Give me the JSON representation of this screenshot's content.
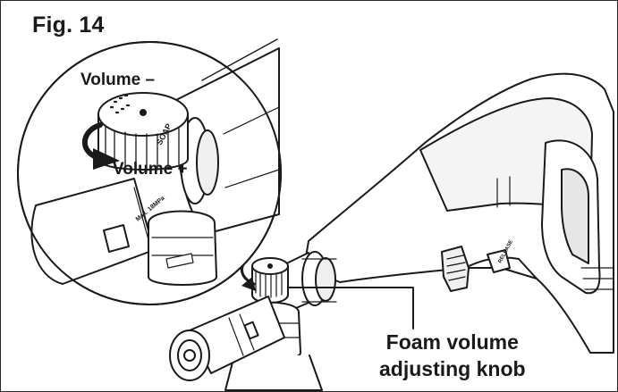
{
  "figure": {
    "title": "Fig. 14"
  },
  "labels": {
    "volume_minus": "Volume –",
    "volume_plus": "Volume +",
    "callout_line1": "Foam volume",
    "callout_line2": "adjusting knob"
  },
  "product_markings": {
    "knob_text": "SOAP",
    "max_pressure": "Max. 18MPa",
    "handle_release": "RELEASE"
  },
  "colors": {
    "line": "#1a1a1a",
    "fill": "#ffffff",
    "shade": "#d9d9d9"
  }
}
